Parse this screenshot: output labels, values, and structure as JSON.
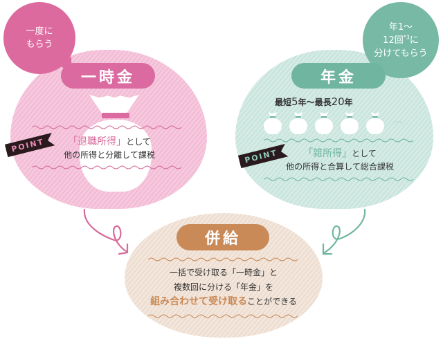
{
  "lump_sum": {
    "bubble_line1": "一度に",
    "bubble_line2": "もらう",
    "title": "一時金",
    "point_label": "POINT",
    "tax_highlight": "「退職所得」",
    "tax_suffix": "として",
    "tax_line2": "他の所得と分離して課税",
    "color": "#db6aa0"
  },
  "pension": {
    "bubble_line1": "年1〜",
    "bubble_line2_pre": "12回",
    "bubble_line2_sup": "*3",
    "bubble_line2_post": "に",
    "bubble_line3": "分けてもらう",
    "title": "年金",
    "period_pre": "最短",
    "period_min": "5",
    "period_mid": "年〜最長",
    "period_max": "20",
    "period_post": "年",
    "bags_ellipsis": "…",
    "point_label": "POINT",
    "tax_highlight": "「雑所得」",
    "tax_suffix": "として",
    "tax_line2": "他の所得と合算して総合課税",
    "color": "#6fb5a0"
  },
  "combined": {
    "title": "併給",
    "line1": "一括で受け取る「一時金」と",
    "line2": "複数回に分ける「年金」を",
    "line3_highlight": "組み合わせて受け取る",
    "line3_suffix": "ことができる",
    "color": "#c98a57"
  }
}
